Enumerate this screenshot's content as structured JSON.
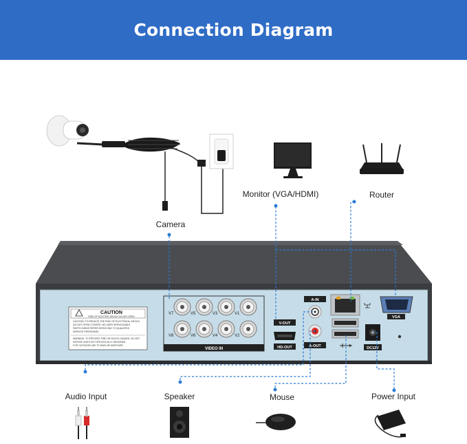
{
  "title": "Connection Diagram",
  "top_devices": {
    "camera": "Camera",
    "monitor": "Monitor (VGA/HDMI)",
    "router": "Router"
  },
  "bottom_devices": {
    "audio_input": "Audio Input",
    "speaker": "Speaker",
    "mouse": "Mouse",
    "power_input": "Power Input"
  },
  "dvr_panel": {
    "caution_title": "CAUTION",
    "caution_sub": "RISK OF ELECTRIC SHOCK DO NOT OPEN",
    "caution_lines": [
      "CAUTION: TO REDUCE THE RISK OF ELECTRICAL SHOCK,",
      "DO NOT OPEN COVERS. NO USER SERVICEABLE",
      "PARTS INSIDE REFER SERVICING TO QUALIFIED",
      "SERVICE PERSONNEL."
    ],
    "warning_lines": [
      "WARNING: TO PREVENT FIRE OR SHOCK HAZARD, DO NOT",
      "EXPOSE UNITS NOT SPECIFICALLY DESIGNED",
      "FOR OUTDOOR USE TO RAIN OR MOISTURE."
    ],
    "video_channels_top": [
      "V7",
      "V5",
      "V3",
      "V1"
    ],
    "video_channels_bottom": [
      "V8",
      "V6",
      "V4",
      "V2"
    ],
    "video_in": "VIDEO IN",
    "a_in": "A-IN",
    "a_out": "A-OUT",
    "v_out": "V-OUT",
    "hd_out": "HD-OUT",
    "vga": "VGA",
    "dc12v": "DC12V"
  },
  "colors": {
    "banner": "#2f6cc6",
    "dvr_panel": "#c6dde9",
    "dvr_top": "#4a4c50",
    "dashed_line": "#2a7bd3"
  }
}
